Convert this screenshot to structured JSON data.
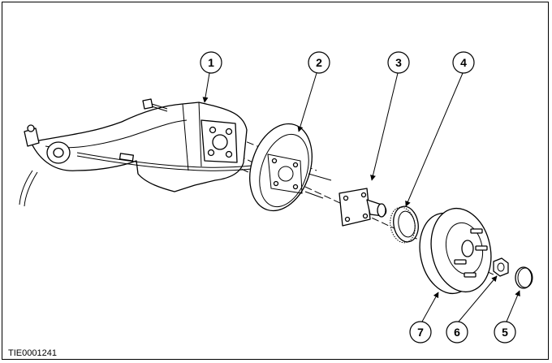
{
  "figure_ref": "TIE0001241",
  "callouts": [
    "1",
    "2",
    "3",
    "4",
    "5",
    "6",
    "7"
  ]
}
